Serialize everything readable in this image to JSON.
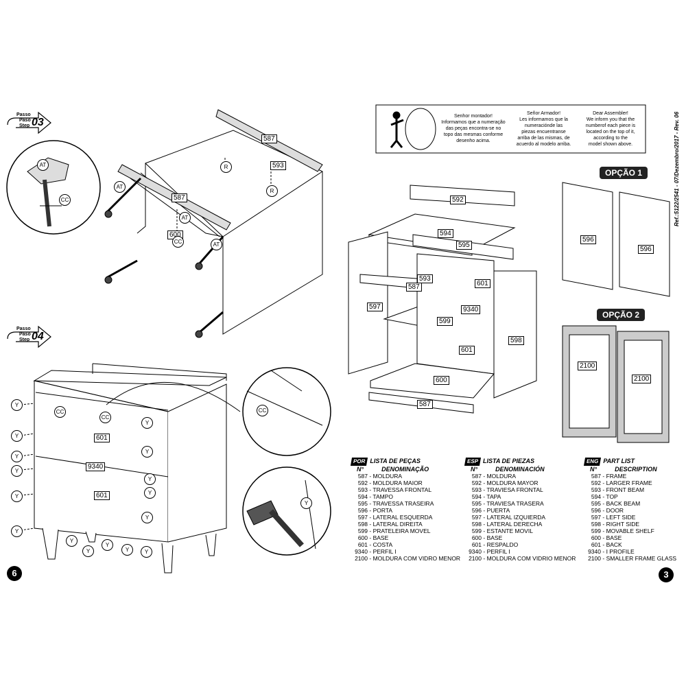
{
  "steps": [
    {
      "label_lines": [
        "Passo",
        "Paso",
        "Step"
      ],
      "number": "03"
    },
    {
      "label_lines": [
        "Passo",
        "Paso",
        "Step"
      ],
      "number": "04"
    }
  ],
  "step3_labels": {
    "p587a": "587",
    "p593": "593",
    "p587b": "587",
    "p600": "600",
    "r1": "R",
    "r2": "R",
    "at1": "AT",
    "at2": "AT",
    "at3": "AT",
    "at4": "AT",
    "cc1": "CC",
    "cc2": "CC"
  },
  "step4_labels": {
    "p601a": "601",
    "p9340": "9340",
    "p601b": "601",
    "cc1": "CC",
    "cc2": "CC",
    "cc3": "CC",
    "y": "Y"
  },
  "notice": {
    "por": [
      "Senhor montador!",
      "Informamos que a numeração",
      "das peças encontra-se no",
      "topo das mesmas conforme",
      "desenho acima."
    ],
    "esp": [
      "Señor Armador!",
      "Les informamos que la",
      "numeraciónde las",
      "piezas encuentranse",
      "arriba de las mismas, de",
      "acuerdo al modelo arriba."
    ],
    "eng": [
      "Dear Assembler!",
      "We inform you that the",
      "numberof each piece is",
      "located on the top of it,",
      "according to the",
      "model shown above."
    ]
  },
  "reference": "Ref.:5122/2541 - 07/Dezembro/2017 - Rev. 06",
  "options": {
    "opt1": "OPÇÃO 1",
    "opt2": "OPÇÃO 2"
  },
  "exploded_labels": {
    "p592": "592",
    "p594": "594",
    "p595": "595",
    "p593": "593",
    "p587a": "587",
    "p601a": "601",
    "p597": "597",
    "p9340": "9340",
    "p599": "599",
    "p598": "598",
    "p601b": "601",
    "p600": "600",
    "p587b": "587",
    "p596a": "596",
    "p596b": "596",
    "p2100a": "2100",
    "p2100b": "2100"
  },
  "lists": {
    "por": {
      "flag": "POR",
      "title": "LISTA DE PEÇAS",
      "col_no": "N°",
      "col_name": "DENOMINAÇÃO",
      "items": [
        [
          "587",
          "MOLDURA"
        ],
        [
          "592",
          "MOLDURA MAIOR"
        ],
        [
          "593",
          "TRAVESSA FRONTAL"
        ],
        [
          "594",
          "TAMPO"
        ],
        [
          "595",
          "TRAVESSA TRASEIRA"
        ],
        [
          "596",
          "PORTA"
        ],
        [
          "597",
          "LATERAL ESQUERDA"
        ],
        [
          "598",
          "LATERAL DIREITA"
        ],
        [
          "599",
          "PRATELEIRA MOVEL"
        ],
        [
          "600",
          "BASE"
        ],
        [
          "601",
          "COSTA"
        ],
        [
          "9340",
          "PERFIL I"
        ],
        [
          "2100",
          "MOLDURA COM VIDRO MENOR"
        ]
      ]
    },
    "esp": {
      "flag": "ESP",
      "title": "LISTA DE PIEZAS",
      "col_no": "N°",
      "col_name": "DENOMINACIÓN",
      "items": [
        [
          "587",
          "MOLDURA"
        ],
        [
          "592",
          "MOLDURA MAYOR"
        ],
        [
          "593",
          "TRAVIESA FRONTAL"
        ],
        [
          "594",
          "TAPA"
        ],
        [
          "595",
          "TRAVIESA TRASERA"
        ],
        [
          "596",
          "PUERTA"
        ],
        [
          "597",
          "LATERAL IZQUIERDA"
        ],
        [
          "598",
          "LATERAL DERECHA"
        ],
        [
          "599",
          "ESTANTE MOVIL"
        ],
        [
          "600",
          "BASE"
        ],
        [
          "601",
          "RESPALDO"
        ],
        [
          "9340",
          "PERFIL I"
        ],
        [
          "2100",
          "MOLDURA COM VIDRIO MENOR"
        ]
      ]
    },
    "eng": {
      "flag": "ENG",
      "title": "PART LIST",
      "col_no": "N°",
      "col_name": "DESCRIPTION",
      "items": [
        [
          "587",
          "FRAME"
        ],
        [
          "592",
          "LARGER FRAME"
        ],
        [
          "593",
          "FRONT BEAM"
        ],
        [
          "594",
          "TOP"
        ],
        [
          "595",
          "BACK BEAM"
        ],
        [
          "596",
          "DOOR"
        ],
        [
          "597",
          "LEFT SIDE"
        ],
        [
          "598",
          "RIGHT SIDE"
        ],
        [
          "599",
          "MOVABLE SHELF"
        ],
        [
          "600",
          "BASE"
        ],
        [
          "601",
          "BACK"
        ],
        [
          "9340",
          "I PROFILE"
        ],
        [
          "2100",
          "SMALLER FRAME GLASS"
        ]
      ]
    }
  },
  "page_numbers": {
    "left": "6",
    "right": "3"
  }
}
